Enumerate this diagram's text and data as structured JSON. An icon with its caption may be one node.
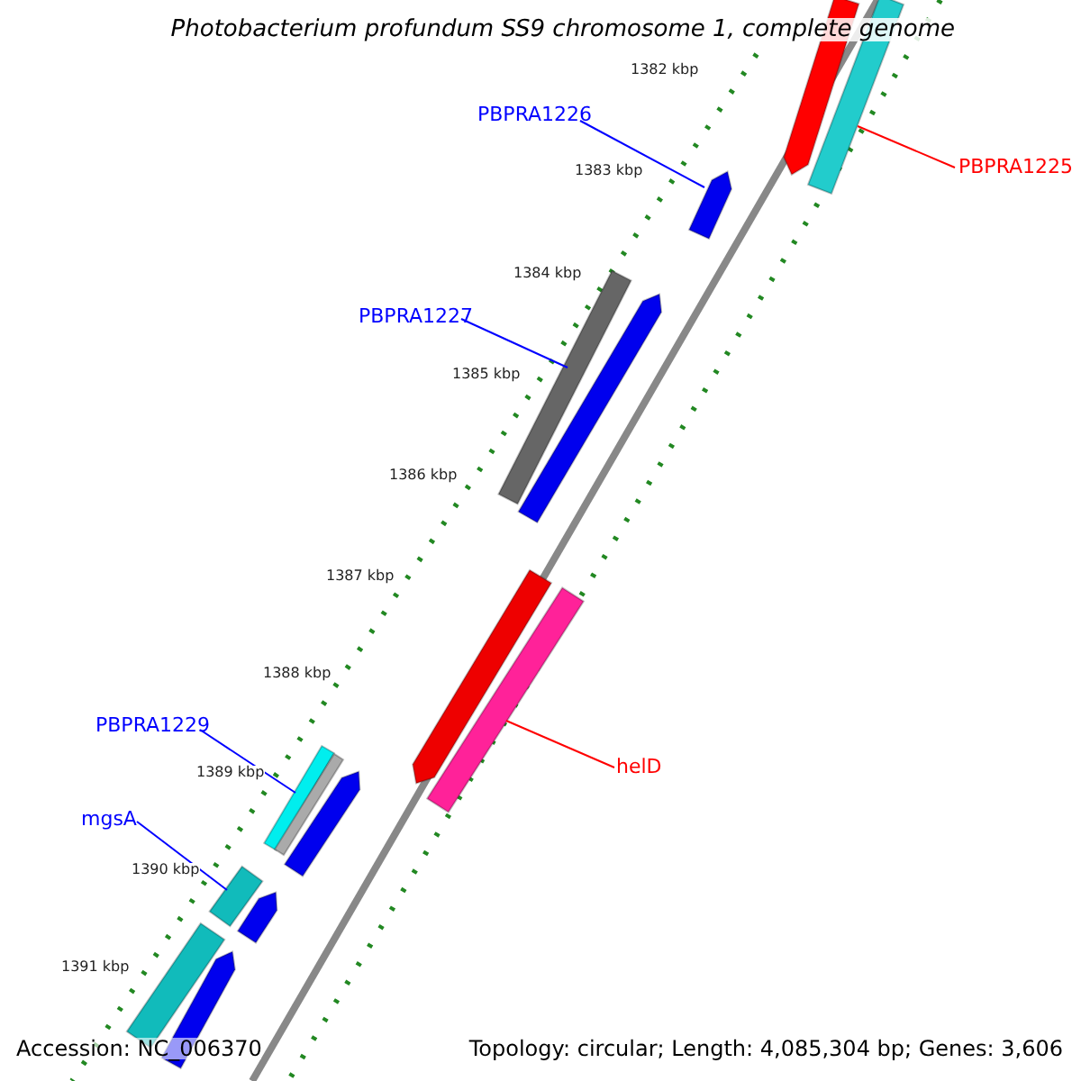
{
  "diagram": {
    "title": "Photobacterium profundum SS9 chromosome 1, complete genome",
    "nodes": [
      {
        "text": [
          "PBPRA1226"
        ]
      },
      {
        "text": [],
        "shape": "bar"
      },
      {
        "text": [
          "PBPRA1225"
        ]
      },
      {
        "text": [],
        "shape": "bar"
      },
      {
        "text": [
          "PBPRA1227"
        ]
      },
      {
        "text": [],
        "shape": "bar"
      },
      {
        "text": [
          "helD"
        ]
      },
      {
        "text": [],
        "shape": "bar"
      },
      {
        "text": [
          "PBPRA1229"
        ]
      },
      {
        "text": [],
        "shape": "bar"
      },
      {
        "text": [
          "mgsA"
        ]
      },
      {
        "text": [],
        "shape": "bar"
      },
      {
        "text": [],
        "shape": "bar"
      },
      {
        "text": [],
        "shape": "bar"
      },
      {
        "text": [],
        "shape": "bar"
      },
      {
        "text": [],
        "shape": "bar"
      },
      {
        "text": [],
        "shape": "bar"
      },
      {
        "text": [],
        "shape": "bar"
      },
      {
        "text": [],
        "shape": "bar"
      },
      {
        "text": [],
        "shape": "bar"
      }
    ],
    "edges": [
      {
        "from": 0,
        "to": 1,
        "arrow": "none"
      },
      {
        "from": 2,
        "to": 3,
        "arrow": "none",
        "color": "#ff0000"
      },
      {
        "from": 4,
        "to": 5,
        "arrow": "none"
      },
      {
        "from": 6,
        "to": 7,
        "arrow": "none",
        "color": "#ff0000"
      },
      {
        "from": 8,
        "to": 9,
        "arrow": "none"
      },
      {
        "from": 10,
        "to": 11,
        "arrow": "none"
      }
    ],
    "labels": [
      "1382 kbp",
      "1383 kbp",
      "1384 kbp",
      "1385 kbp",
      "1386 kbp",
      "1387 kbp",
      "1388 kbp",
      "1389 kbp",
      "1390 kbp",
      "1391 kbp",
      "Accession: NC_006370",
      "Topology: circular; Length: 4,085,304 bp; Genes: 3,606"
    ]
  }
}
